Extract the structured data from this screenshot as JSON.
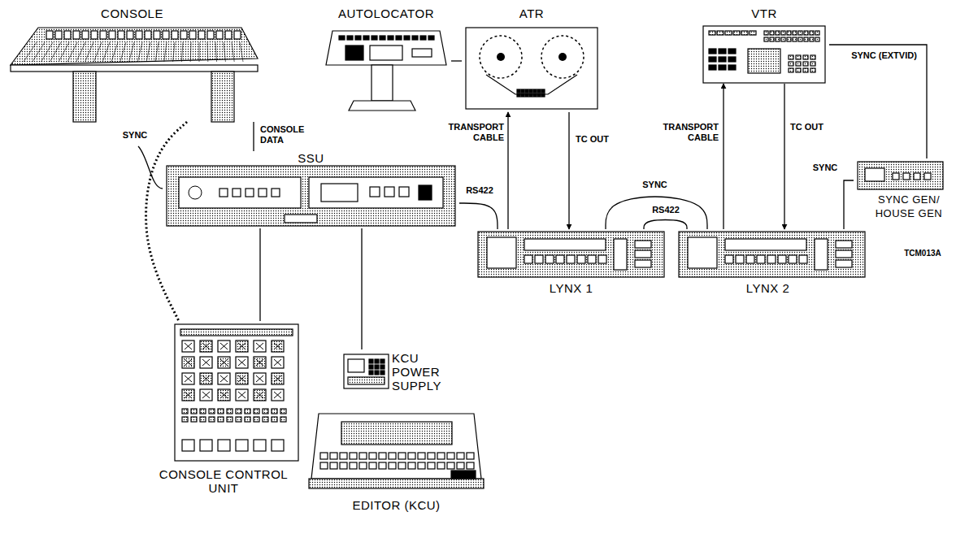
{
  "diagram": {
    "nodes": [
      {
        "text": [
          "CONSOLE"
        ]
      },
      {
        "text": [
          "AUTOLOCATOR"
        ]
      },
      {
        "text": [
          "ATR"
        ]
      },
      {
        "text": [
          "VTR"
        ]
      },
      {
        "text": [
          "SSU"
        ]
      },
      {
        "text": [
          "LYNX 1"
        ]
      },
      {
        "text": [
          "LYNX 2"
        ]
      },
      {
        "text": [
          "SYNC GEN/ HOUSE GEN"
        ]
      },
      {
        "text": [
          "KCU POWER SUPPLY"
        ]
      },
      {
        "text": [
          "CONSOLE CONTROL UNIT"
        ]
      },
      {
        "text": [
          "EDITOR (KCU)"
        ]
      }
    ],
    "edges": [
      {
        "from": 0,
        "to": 4,
        "arrow": "none",
        "label": "CONSOLE DATA"
      },
      {
        "from": 0,
        "to": 9,
        "arrow": "none"
      },
      {
        "from": 9,
        "to": 4,
        "arrow": "none"
      },
      {
        "from": 4,
        "to": 5,
        "arrow": "none",
        "label": "RS422"
      },
      {
        "from": 4,
        "to": 8,
        "arrow": "none"
      },
      {
        "from": 1,
        "to": 2,
        "arrow": "none"
      },
      {
        "from": 5,
        "to": 2,
        "arrow": "to",
        "label": "TRANSPORT CABLE"
      },
      {
        "from": 2,
        "to": 5,
        "arrow": "to",
        "label": "TC OUT"
      },
      {
        "from": 5,
        "to": 6,
        "arrow": "none",
        "label": "SYNC"
      },
      {
        "from": 5,
        "to": 6,
        "arrow": "none",
        "label": "RS422"
      },
      {
        "from": 6,
        "to": 3,
        "arrow": "to",
        "label": "TRANSPORT CABLE"
      },
      {
        "from": 3,
        "to": 6,
        "arrow": "to",
        "label": "TC OUT"
      },
      {
        "from": 7,
        "to": 3,
        "arrow": "none",
        "label": "SYNC (EXTVID)"
      },
      {
        "from": 7,
        "to": 6,
        "arrow": "none",
        "label": "SYNC"
      }
    ],
    "labels": [
      "SYNC",
      "TCM013A"
    ]
  }
}
